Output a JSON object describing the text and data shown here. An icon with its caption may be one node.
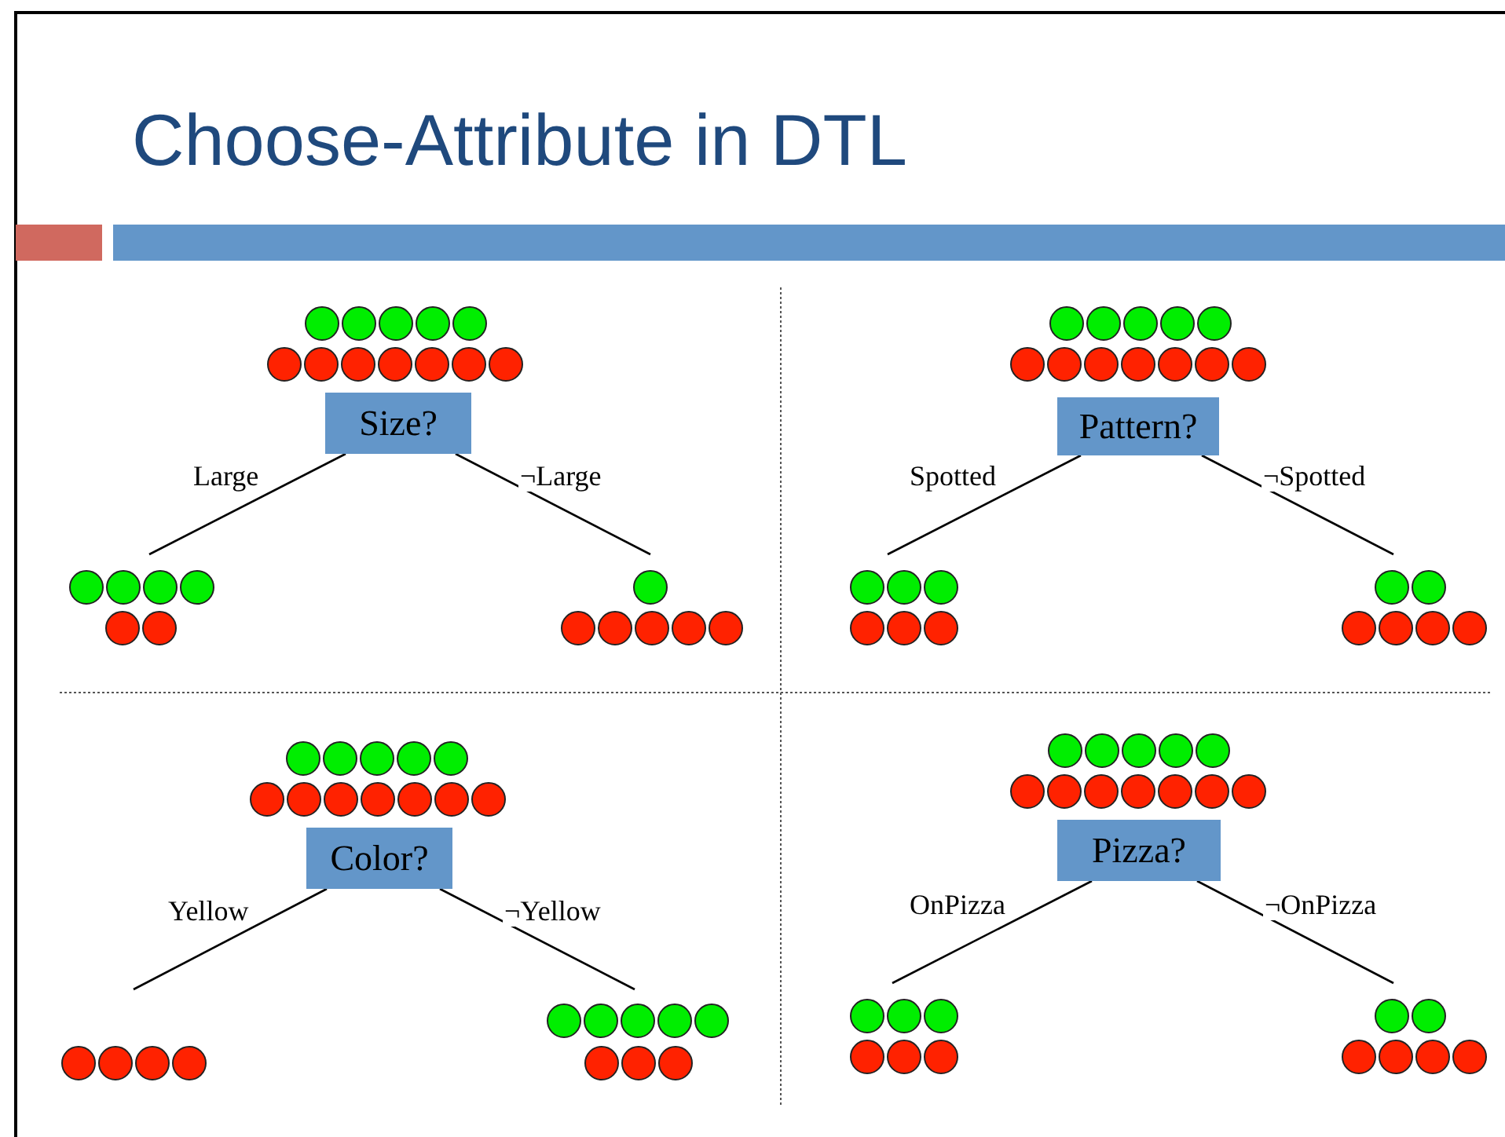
{
  "diagram": {
    "title": "Choose-Attribute in DTL",
    "nodes": [
      {
        "text": [],
        "shape": "circle"
      },
      {
        "text": [
          "Size?"
        ]
      },
      {
        "text": [],
        "shape": "circle"
      },
      {
        "text": [],
        "shape": "circle"
      },
      {
        "text": [],
        "shape": "circle"
      },
      {
        "text": [
          "Pattern?"
        ]
      },
      {
        "text": [],
        "shape": "circle"
      },
      {
        "text": [],
        "shape": "circle"
      },
      {
        "text": [],
        "shape": "circle"
      },
      {
        "text": [
          "Color?"
        ]
      },
      {
        "text": [],
        "shape": "circle"
      },
      {
        "text": [],
        "shape": "circle"
      },
      {
        "text": [],
        "shape": "circle"
      },
      {
        "text": [
          "Pizza?"
        ]
      },
      {
        "text": [],
        "shape": "circle"
      },
      {
        "text": [],
        "shape": "circle"
      }
    ],
    "edges": [
      {
        "from": 1,
        "to": 2,
        "arrow": "none",
        "label": "Large"
      },
      {
        "from": 1,
        "to": 3,
        "arrow": "none",
        "label": "¬Large"
      },
      {
        "from": 5,
        "to": 6,
        "arrow": "none",
        "label": "Spotted"
      },
      {
        "from": 5,
        "to": 7,
        "arrow": "none",
        "label": "¬Spotted"
      },
      {
        "from": 9,
        "to": 10,
        "arrow": "none",
        "label": "Yellow"
      },
      {
        "from": 9,
        "to": 11,
        "arrow": "none",
        "label": "¬Yellow"
      },
      {
        "from": 13,
        "to": 14,
        "arrow": "none",
        "label": "OnPizza"
      },
      {
        "from": 13,
        "to": 15,
        "arrow": "none",
        "label": "¬OnPizza"
      }
    ]
  }
}
